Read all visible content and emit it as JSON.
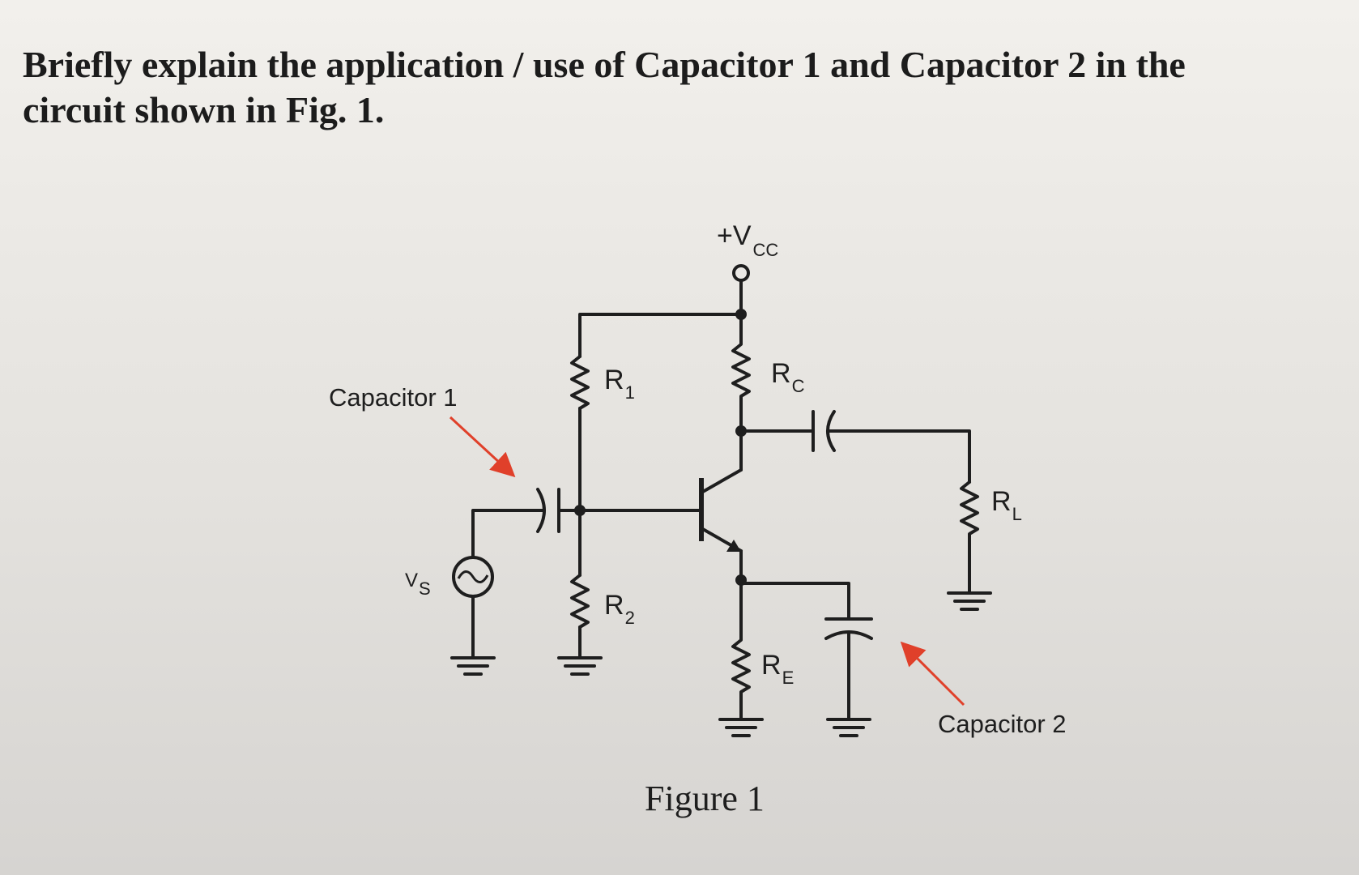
{
  "question": {
    "line1": "Briefly explain the application / use of Capacitor 1 and Capacitor 2 in the",
    "line2": "circuit shown in Fig. 1."
  },
  "labels": {
    "capacitor1": "Capacitor 1",
    "capacitor2": "Capacitor 2",
    "vcc_main": "+V",
    "vcc_sub": "CC",
    "r1_main": "R",
    "r1_sub": "1",
    "r2_main": "R",
    "r2_sub": "2",
    "rc_main": "R",
    "rc_sub": "C",
    "re_main": "R",
    "re_sub": "E",
    "rl_main": "R",
    "rl_sub": "L",
    "vs_main": "V",
    "vs_sub": "S"
  },
  "caption": "Figure 1",
  "colors": {
    "arrow": "#e0402a",
    "wire": "#1e1e1e"
  }
}
